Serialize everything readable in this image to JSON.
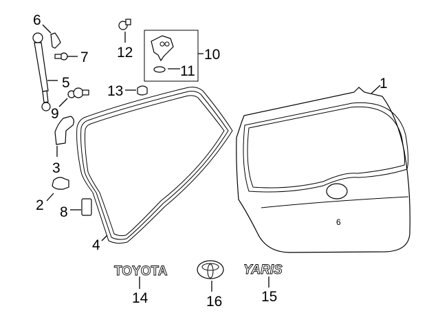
{
  "diagram": {
    "title": "Lift Gate parts diagram",
    "callouts": [
      {
        "number": "1",
        "part": "lift-gate"
      },
      {
        "number": "2",
        "part": "bumper"
      },
      {
        "number": "3",
        "part": "hinge-cover"
      },
      {
        "number": "4",
        "part": "weatherstrip"
      },
      {
        "number": "5",
        "part": "support-strut"
      },
      {
        "number": "6",
        "part": "strut-bracket"
      },
      {
        "number": "7",
        "part": "bolt"
      },
      {
        "number": "8",
        "part": "bumper-pad"
      },
      {
        "number": "9",
        "part": "ball-stud"
      },
      {
        "number": "10",
        "part": "hinge-assembly"
      },
      {
        "number": "11",
        "part": "washer"
      },
      {
        "number": "12",
        "part": "bolt"
      },
      {
        "number": "13",
        "part": "nut"
      },
      {
        "number": "14",
        "part": "toyota-nameplate"
      },
      {
        "number": "15",
        "part": "yaris-nameplate"
      },
      {
        "number": "16",
        "part": "toyota-emblem"
      }
    ],
    "logos": {
      "toyota": "TOYOTA",
      "yaris": "YARIS"
    }
  }
}
